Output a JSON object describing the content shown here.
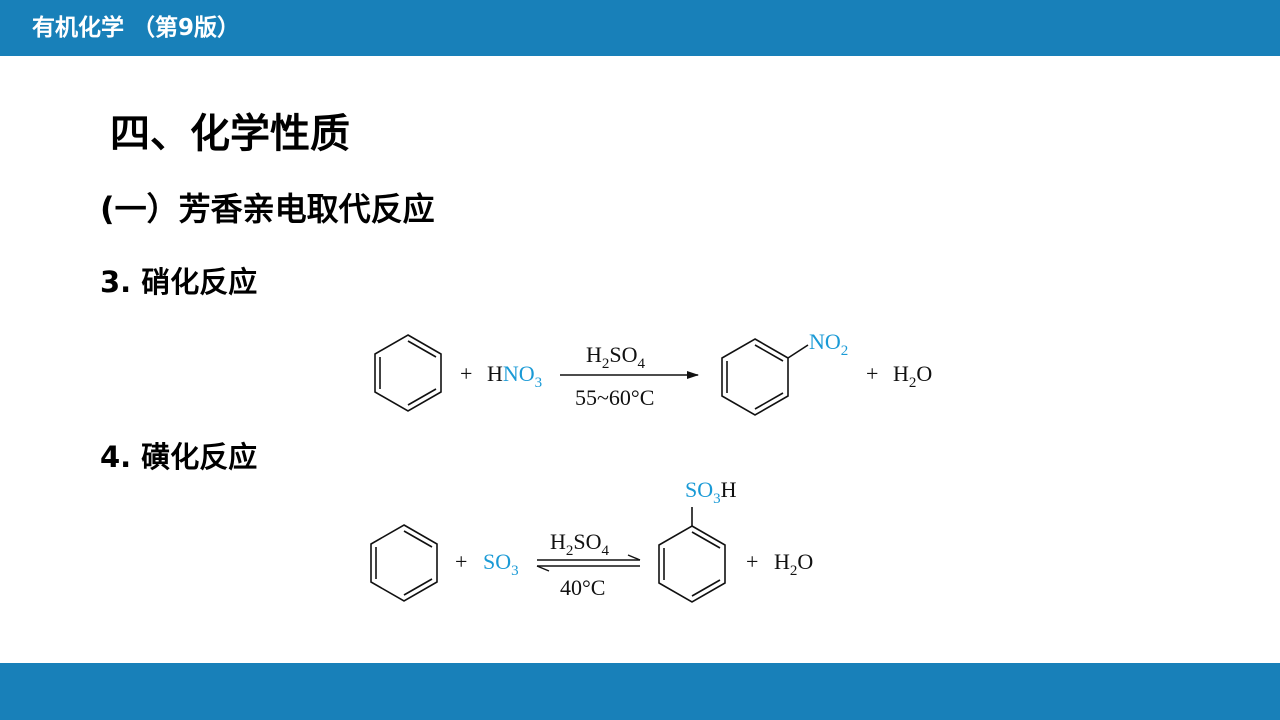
{
  "header": {
    "title": "有机化学 （第9版）"
  },
  "colors": {
    "bar": "#1880b9",
    "reagent_highlight": "#1a9ad6"
  },
  "section": {
    "heading": "四、化学性质",
    "subheading": "(一）芳香亲电取代反应"
  },
  "nitration": {
    "title": "3. 硝化反应",
    "plus1": "+",
    "reagent_H": "H",
    "reagent_group": "NO",
    "reagent_sub": "3",
    "cat_H": "H",
    "cat_2": "2",
    "cat_SO": "SO",
    "cat_4": "4",
    "condition": "55~60°C",
    "product_group": "NO",
    "product_sub": "2",
    "plus2": "+",
    "water_H": "H",
    "water_2": "2",
    "water_O": "O",
    "arrow": "→"
  },
  "sulfonation": {
    "title": "4. 磺化反应",
    "plus1": "+",
    "reagent_group": "SO",
    "reagent_sub": "3",
    "cat_H": "H",
    "cat_2": "2",
    "cat_SO": "SO",
    "cat_4": "4",
    "condition": "40°C",
    "product_SO": "SO",
    "product_3": "3",
    "product_H": "H",
    "plus2": "+",
    "water_H": "H",
    "water_2": "2",
    "water_O": "O",
    "arrow": "⇌"
  }
}
